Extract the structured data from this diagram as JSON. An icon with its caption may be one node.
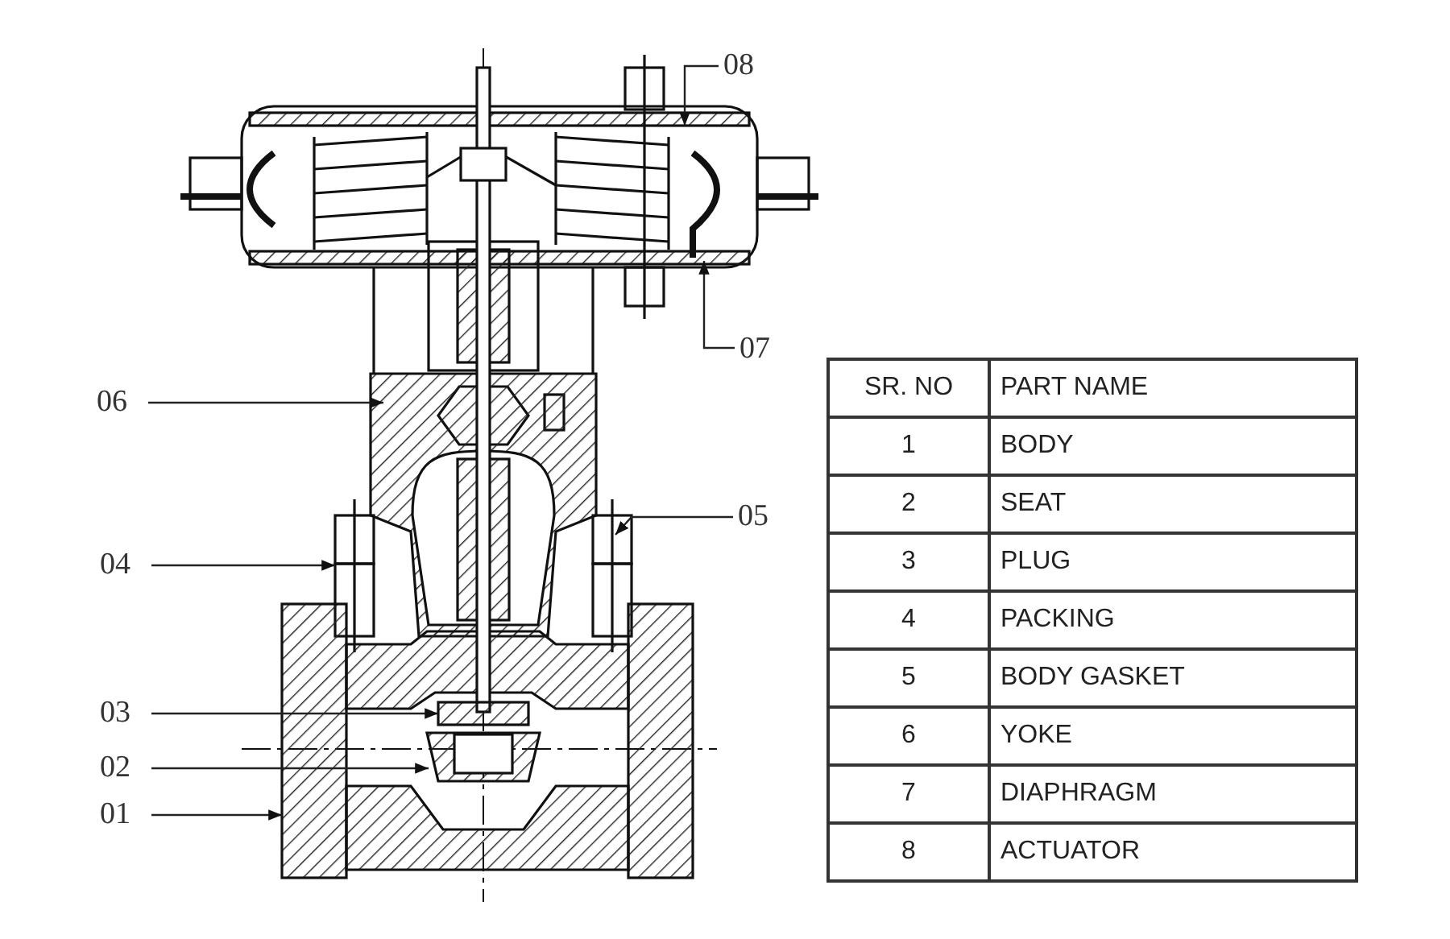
{
  "diagram": {
    "nodes": [
      {
        "text": [
          "08"
        ]
      },
      {
        "text": [
          "07"
        ]
      },
      {
        "text": [
          "06"
        ]
      },
      {
        "text": [
          "05"
        ]
      },
      {
        "text": [
          "04"
        ]
      },
      {
        "text": [
          "03"
        ]
      },
      {
        "text": [
          "02"
        ]
      },
      {
        "text": [
          "01"
        ]
      }
    ],
    "edges": [
      {
        "from": 0,
        "to": null,
        "arrow": "to"
      },
      {
        "from": 1,
        "to": null,
        "arrow": "to"
      },
      {
        "from": 2,
        "to": null,
        "arrow": "to"
      },
      {
        "from": 3,
        "to": null,
        "arrow": "to"
      },
      {
        "from": 4,
        "to": null,
        "arrow": "to"
      },
      {
        "from": 5,
        "to": null,
        "arrow": "to"
      },
      {
        "from": 6,
        "to": null,
        "arrow": "to"
      },
      {
        "from": 7,
        "to": null,
        "arrow": "to"
      }
    ],
    "labels": [
      "SR. NO",
      "PART NAME",
      "1",
      "BODY",
      "2",
      "SEAT",
      "3",
      "PLUG",
      "4",
      "PACKING",
      "5",
      "BODY GASKET",
      "6",
      "YOKE",
      "7",
      "DIAPHRAGM",
      "8",
      "ACTUATOR"
    ]
  }
}
